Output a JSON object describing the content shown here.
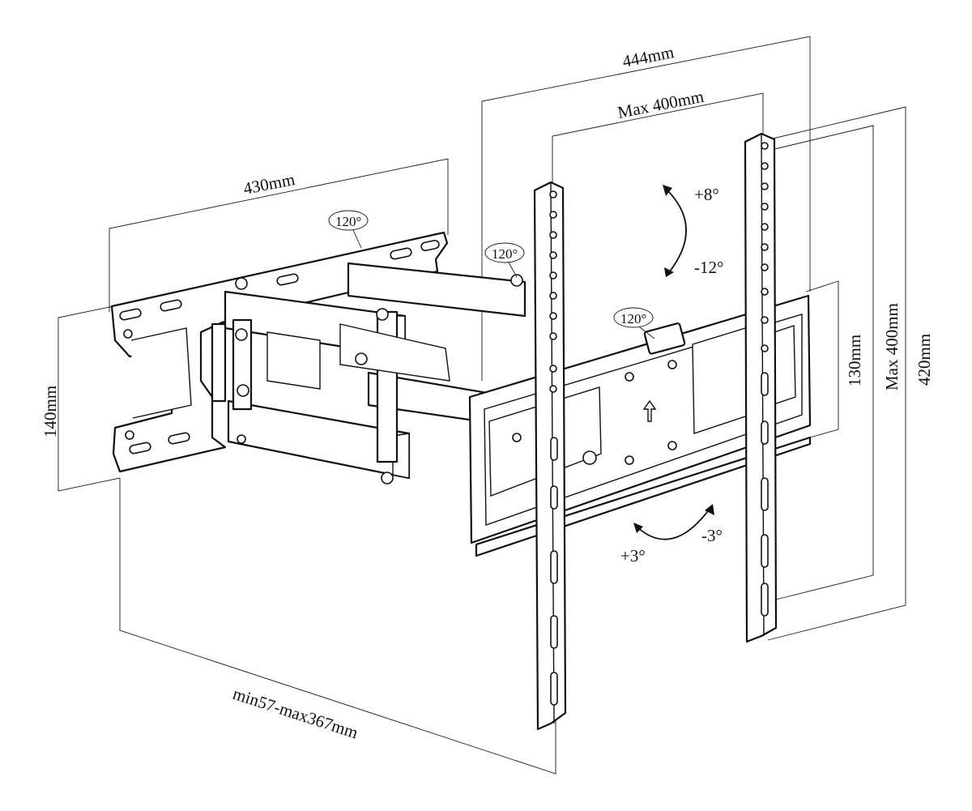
{
  "dimensions": {
    "arm_width": "430mm",
    "wall_plate_height": "140mm",
    "extension": "min57-max367mm",
    "bracket_width": "444mm",
    "max_hole_spacing_h": "Max 400mm",
    "bracket_height": "420mm",
    "max_hole_spacing_v": "Max 400mm",
    "plate_height": "130mm"
  },
  "swivel": {
    "arm1": "120°",
    "arm2": "120°",
    "arm3": "120°"
  },
  "tilt": {
    "up": "+8°",
    "down": "-12°"
  },
  "rotation": {
    "plus": "+3°",
    "minus": "-3°"
  }
}
